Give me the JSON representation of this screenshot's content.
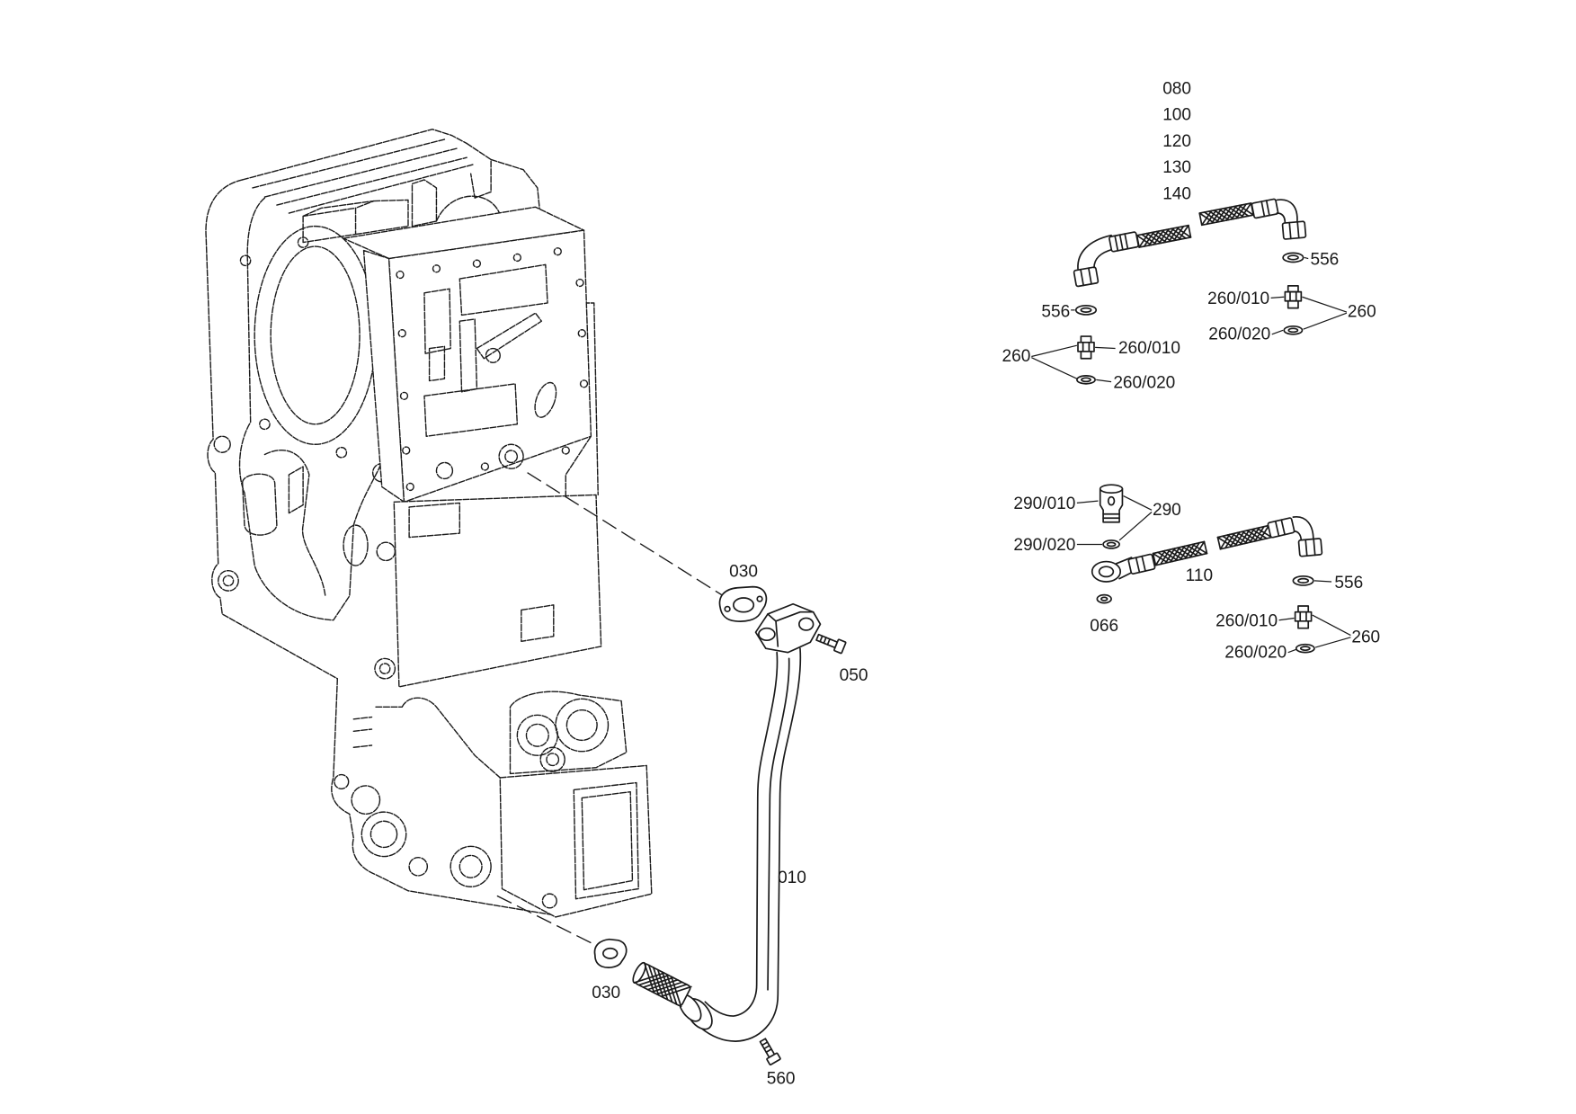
{
  "colors": {
    "ink": "#1a1a1a",
    "background": "#ffffff"
  },
  "housing_callouts": {
    "gasket_upper": "030",
    "screw_upper": "050",
    "pipe": "010",
    "gasket_lower": "030",
    "screw_lower": "560"
  },
  "hose_assembly_upper": {
    "hose_part_numbers": [
      "080",
      "100",
      "120",
      "130",
      "140"
    ],
    "seal_ring_right": "556",
    "seal_ring_left": "556",
    "fitting_right": {
      "group": "260",
      "connector": "260/010",
      "ring": "260/020"
    },
    "fitting_left": {
      "group": "260",
      "connector": "260/010",
      "ring": "260/020"
    }
  },
  "hose_assembly_lower": {
    "hose": "110",
    "banjo_bolt": {
      "group": "290",
      "bolt": "290/010",
      "ring": "290/020"
    },
    "banjo_seal": "066",
    "seal_ring": "556",
    "fitting": {
      "group": "260",
      "connector": "260/010",
      "ring": "260/020"
    }
  }
}
